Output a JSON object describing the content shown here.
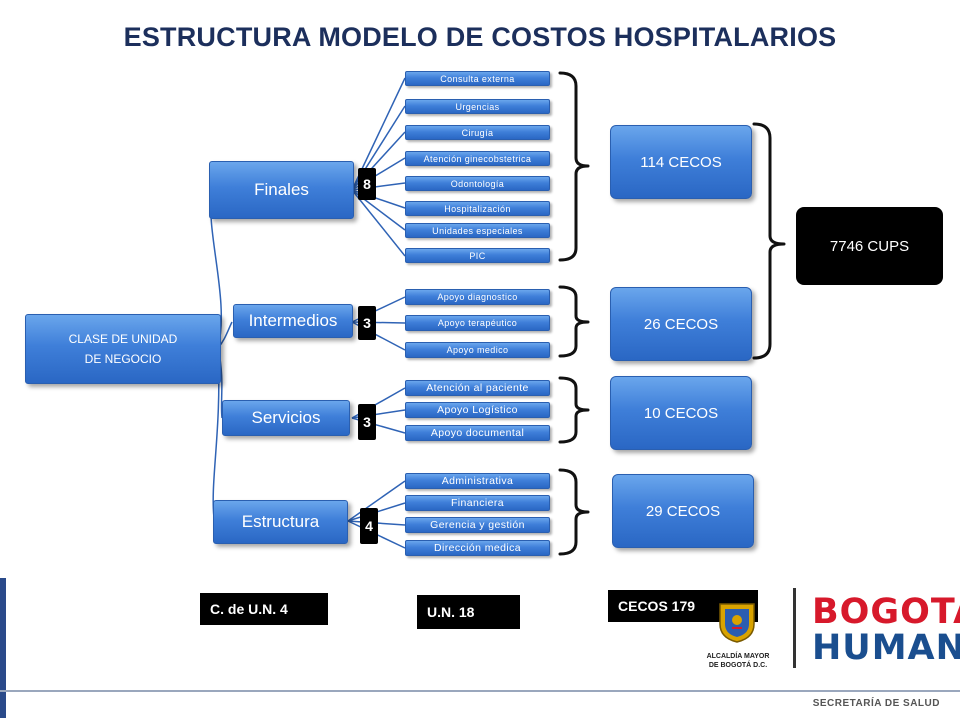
{
  "title": "ESTRUCTURA MODELO DE COSTOS HOSPITALARIOS",
  "root": {
    "line1": "CLASE DE UNIDAD",
    "line2": "DE NEGOCIO"
  },
  "categories": [
    {
      "label": "Finales",
      "count": "8",
      "items": [
        "Consulta externa",
        "Urgencias",
        "Cirugía",
        "Atención ginecobstetrica",
        "Odontología",
        "Hospitalización",
        "Unidades especiales",
        "PIC"
      ],
      "cecos": "114 CECOS"
    },
    {
      "label": "Intermedios",
      "count": "3",
      "items": [
        "Apoyo diagnostico",
        "Apoyo terapéutico",
        "Apoyo medico"
      ],
      "cecos": "26 CECOS"
    },
    {
      "label": "Servicios",
      "count": "3",
      "items": [
        "Atención al paciente",
        "Apoyo Logístico",
        "Apoyo documental"
      ],
      "cecos": "10 CECOS"
    },
    {
      "label": "Estructura",
      "count": "4",
      "items": [
        "Administrativa",
        "Financiera",
        "Gerencia y gestión",
        "Dirección medica"
      ],
      "cecos": "29 CECOS"
    }
  ],
  "cups": "7746 CUPS",
  "totals": {
    "cun": "C. de U.N.  4",
    "un": "U.N.  18",
    "cecos": "CECOS  179"
  },
  "footer": {
    "alcaldia_line1": "ALCALDÍA MAYOR",
    "alcaldia_line2": "DE BOGOTÁ D.C.",
    "logo_line1": "BOGOTÁ",
    "logo_line2": "HUMANA",
    "secretaria": "SECRETARÍA DE SALUD"
  },
  "colors": {
    "box_blue": "#3f7fd9",
    "title_navy": "#1c2f5c",
    "logo_red": "#d7192b",
    "logo_blue": "#1a4e8f",
    "logo_magenta": "#c2187a"
  }
}
